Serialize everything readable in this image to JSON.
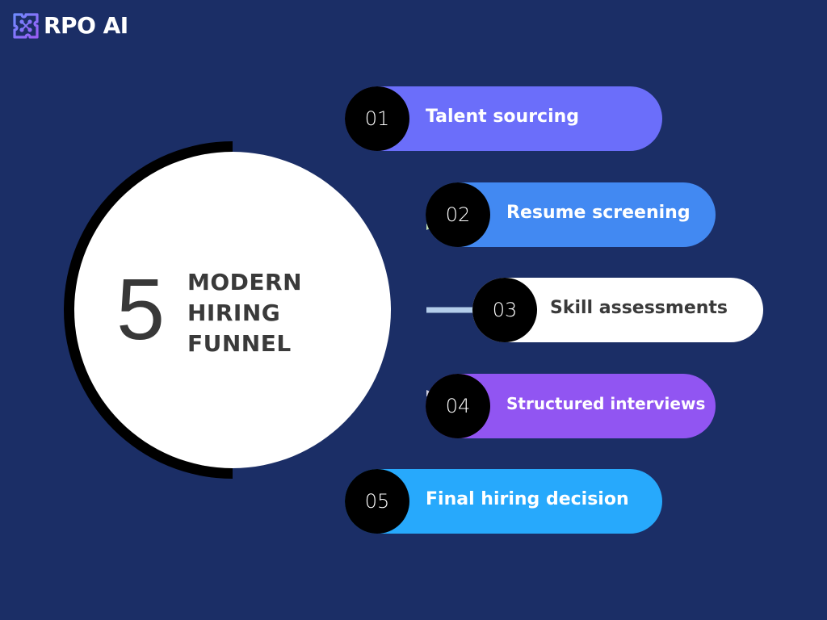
{
  "brand": {
    "name": "RPO AI",
    "icon": "puzzle-logo-icon"
  },
  "title": {
    "number": "5",
    "lines": [
      "MODERN",
      "HIRING",
      "FUNNEL"
    ]
  },
  "steps": [
    {
      "num": "01",
      "label": "Talent sourcing",
      "color": "#6b6efa",
      "connector": "#f1d9a6"
    },
    {
      "num": "02",
      "label": "Resume screening",
      "color": "#4289f2",
      "connector": "#c2dfb2"
    },
    {
      "num": "03",
      "label": "Skill assessments",
      "color": "#ffffff",
      "connector": "#b3cdea"
    },
    {
      "num": "04",
      "label": "Structured interviews",
      "color": "#9155f2",
      "connector": "#d0d0dd"
    },
    {
      "num": "05",
      "label": "Final hiring decision",
      "color": "#27a9fc",
      "connector": "#e2b8cf"
    }
  ],
  "colors": {
    "background": "#1b2e66",
    "arc": "#000000",
    "circle": "#ffffff"
  }
}
